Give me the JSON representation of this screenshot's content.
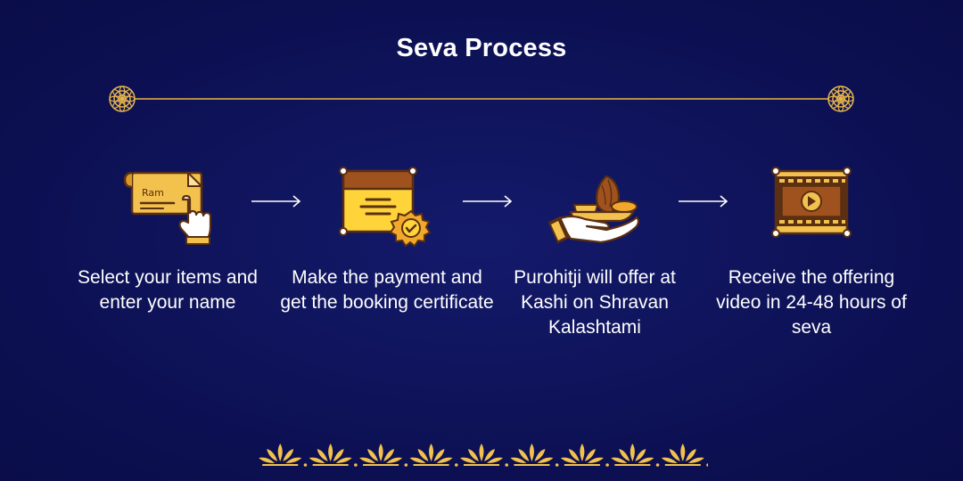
{
  "title": "Seva Process",
  "colors": {
    "background": "#0e1257",
    "gold": "#f2c14e",
    "gold_dark": "#c98a1b",
    "brown": "#5a2f12",
    "text": "#ffffff"
  },
  "steps": [
    {
      "text": "Select your items and enter your name",
      "icon": "name-card-tap-icon",
      "card_label": "Ram"
    },
    {
      "text": "Make the payment and get the booking certificate",
      "icon": "certificate-badge-icon"
    },
    {
      "text": "Purohitji will offer at Kashi on Shravan Kalashtami",
      "icon": "offering-hand-icon"
    },
    {
      "text": "Receive the offering video in 24-48 hours of seva",
      "icon": "video-film-icon"
    }
  ]
}
